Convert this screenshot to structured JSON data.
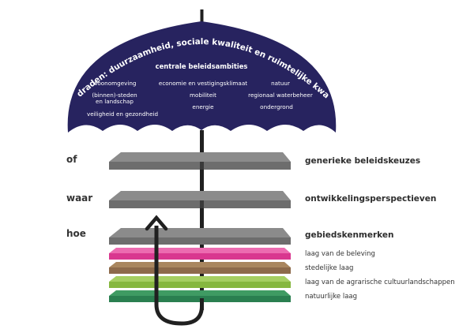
{
  "umbrella": {
    "arc_text": "rode draden: duurzaamheid, sociale kwaliteit en ruimtelijke kwaliteit",
    "ambitions_title": "centrale beleidsambities",
    "ambitions": {
      "woonomgeving": "woonomgeving",
      "economie": "economie en vestigingsklimaat",
      "natuur": "natuur",
      "steden_1": "(binnen)-steden",
      "steden_2": "en landschap",
      "mobiliteit": "mobiliteit",
      "waterbeheer": "regionaal waterbeheer",
      "energie": "energie",
      "ondergrond": "ondergrond",
      "veiligheid": "veiligheid en gezondheid"
    },
    "colors": {
      "canopy": "#27235f",
      "handle": "#202020"
    }
  },
  "left_labels": {
    "of": "of",
    "waar": "waar",
    "hoe": "hoe"
  },
  "right_labels": {
    "generiek": "generieke beleidskeuzes",
    "ontwikkeling": "ontwikkelingsperspectieven",
    "gebied": "gebiedskenmerken",
    "beleving": "laag van de beleving",
    "stedelijk": "stedelijke laag",
    "agrarisch": "laag van de agrarische cultuurlandschappen",
    "natuurlijk": "natuurlijke laag"
  },
  "layer_colors": {
    "grey": "#7a7a7a",
    "beleving": "#e0489b",
    "stedelijk": "#9b7655",
    "agrarisch": "#92c24b",
    "natuurlijk": "#2f8a57"
  }
}
